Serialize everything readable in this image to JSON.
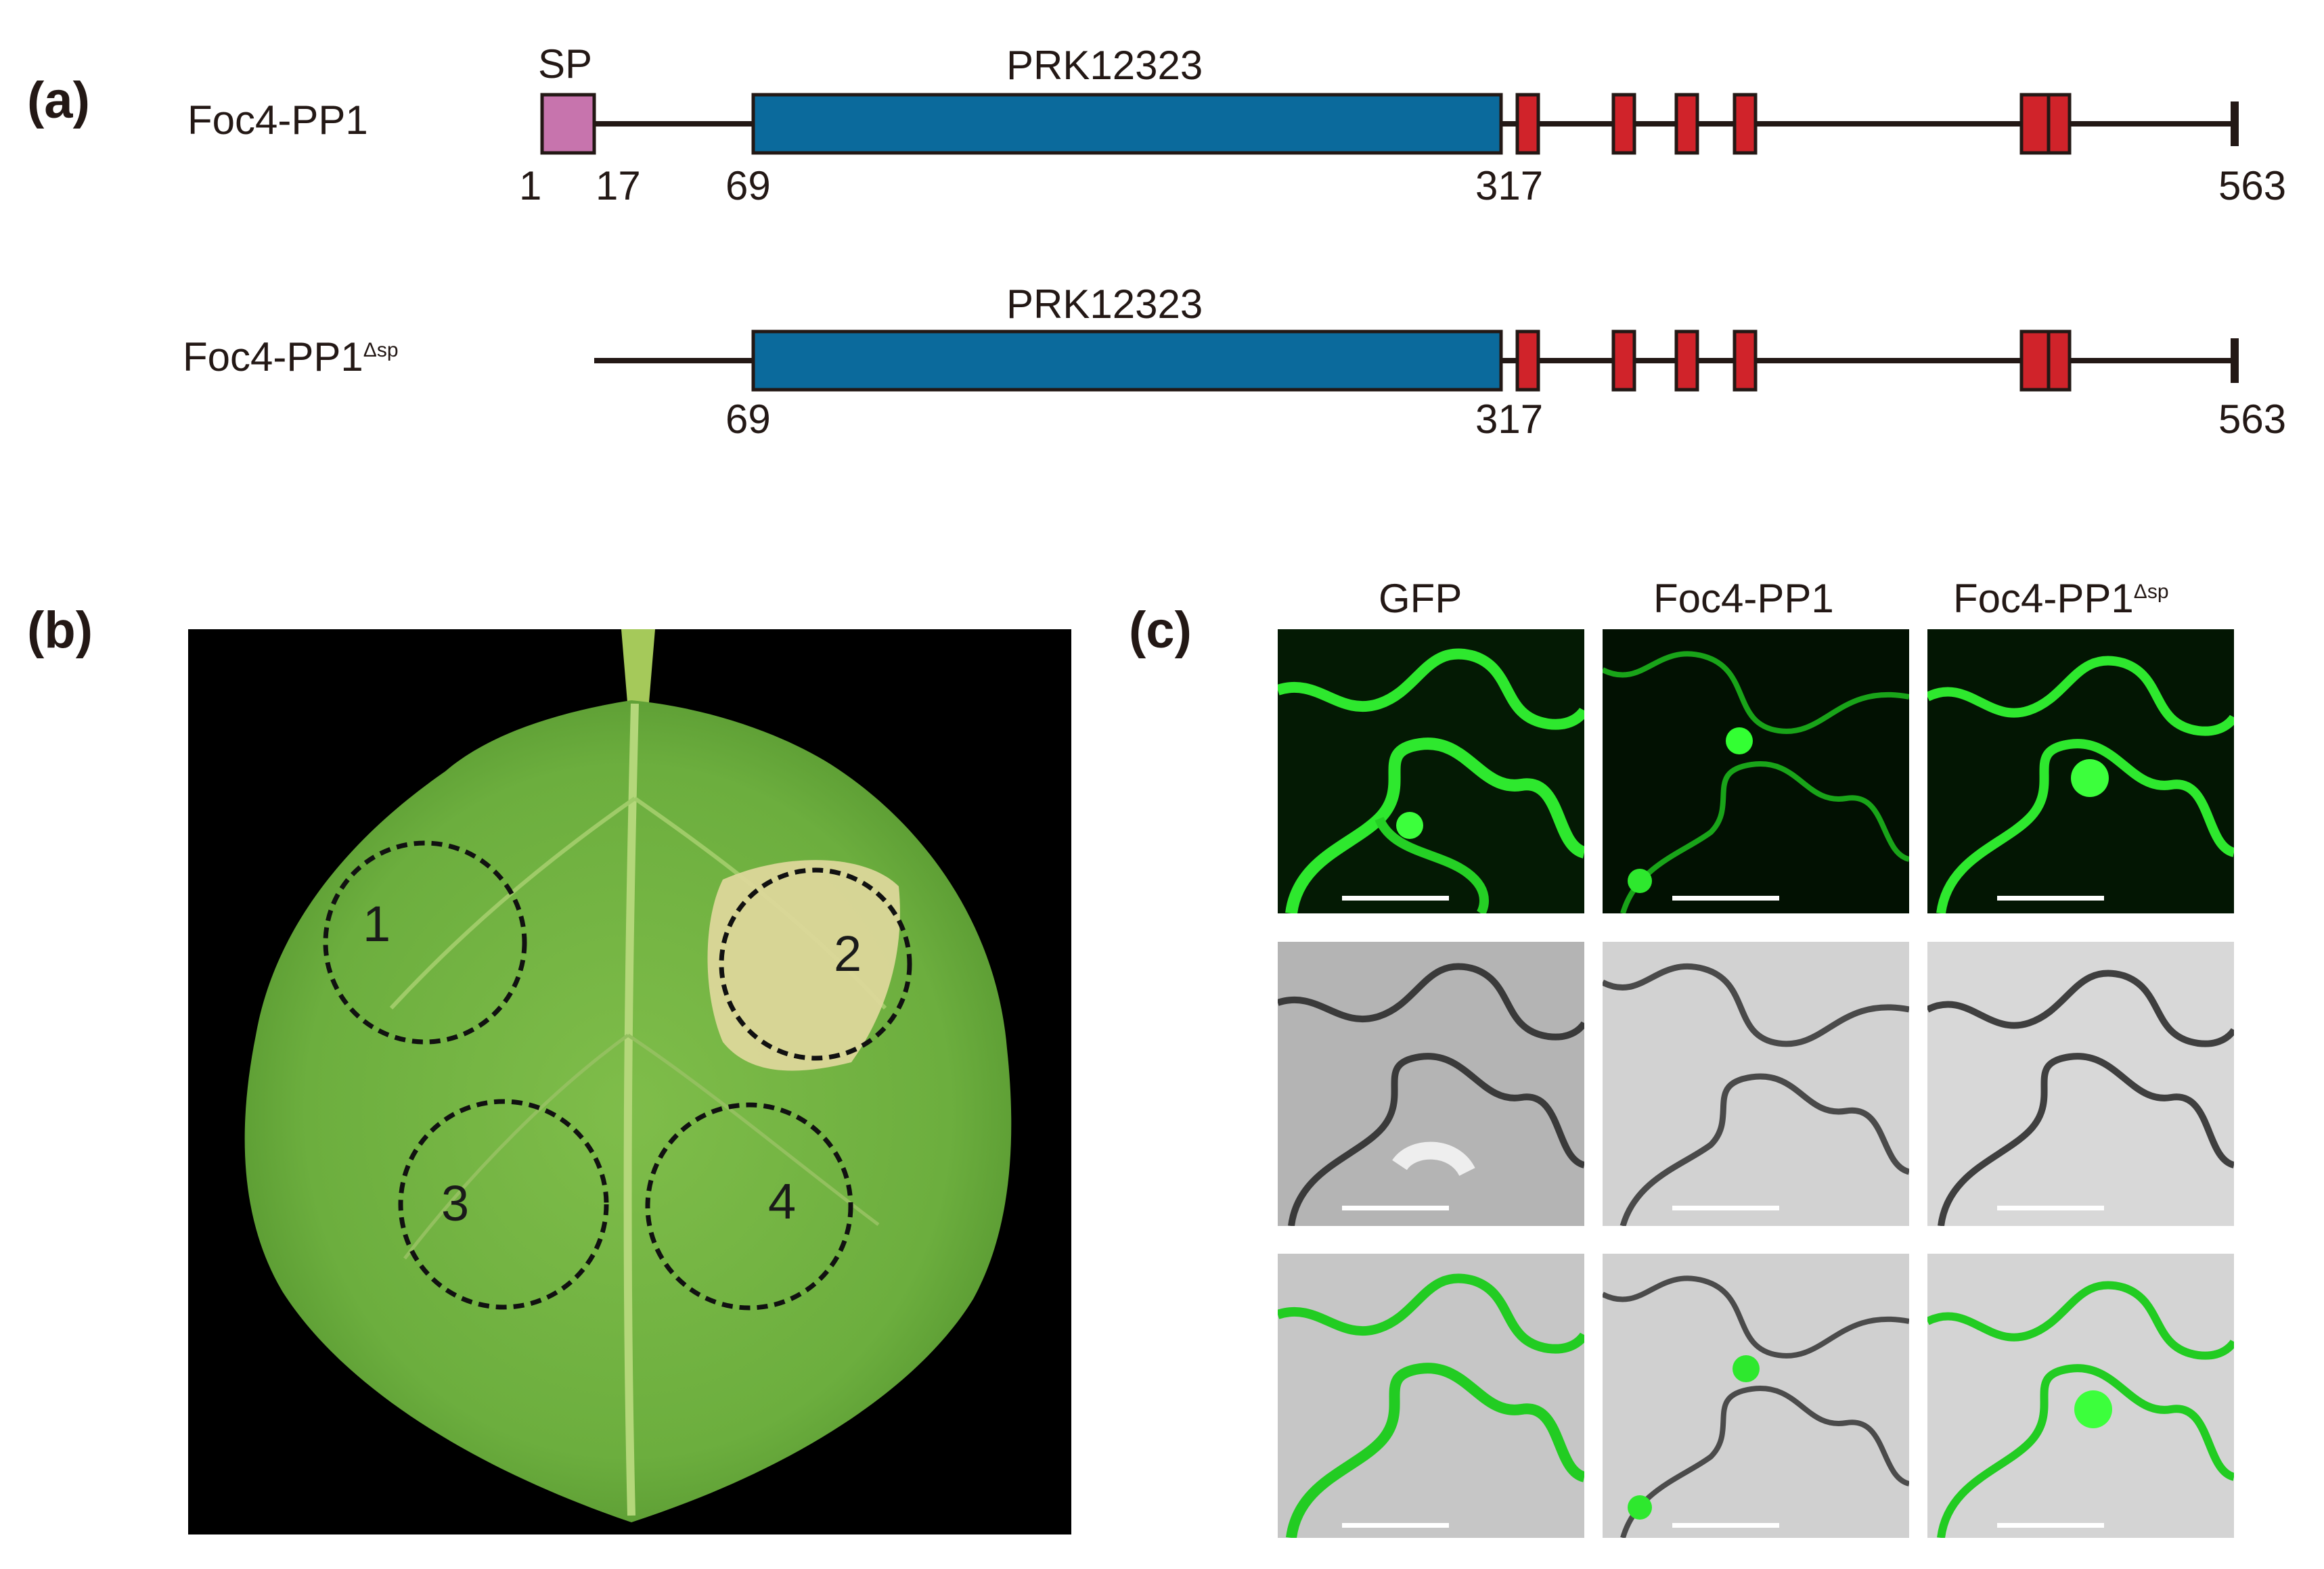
{
  "panel_a": {
    "label": "(a)",
    "protein1": {
      "name": "Foc4-PP1",
      "sp_label": "SP",
      "domain_label": "PRK12323",
      "ticks": [
        "1",
        "17",
        "69",
        "317",
        "563"
      ]
    },
    "protein2": {
      "name": "Foc4-PP1",
      "name_sup": "Δsp",
      "domain_label": "PRK12323",
      "ticks": [
        "69",
        "317",
        "563"
      ]
    },
    "colors": {
      "sp": "#c774ad",
      "domain": "#0b6a9c",
      "motif": "#d0232a",
      "line": "#231815"
    }
  },
  "panel_b": {
    "label": "(b)",
    "spots": [
      "1",
      "2",
      "3",
      "4"
    ]
  },
  "panel_c": {
    "label": "(c)",
    "columns": [
      {
        "name": "GFP",
        "sup": ""
      },
      {
        "name": "Foc4-PP1",
        "sup": ""
      },
      {
        "name": "Foc4-PP1",
        "sup": "Δsp"
      }
    ]
  }
}
